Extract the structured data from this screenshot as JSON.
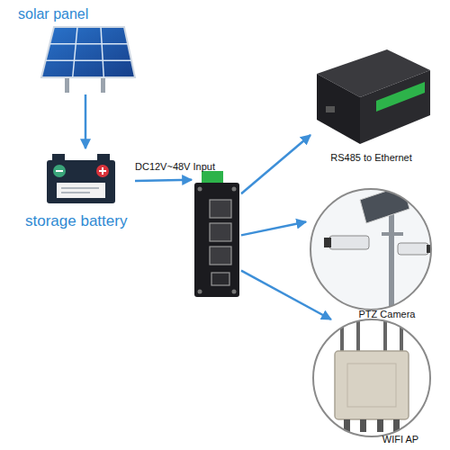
{
  "diagram": {
    "nodes": [
      {
        "text": [
          "solar panel"
        ]
      },
      {
        "text": [
          "storage battery"
        ]
      },
      {
        "text": []
      },
      {
        "text": [
          "RS485 to Ethernet"
        ]
      },
      {
        "text": [
          "PTZ Camera"
        ]
      },
      {
        "text": [
          "WIFI AP"
        ]
      }
    ],
    "edges": [
      {
        "from": 0,
        "to": 1,
        "arrow": "to"
      },
      {
        "from": 1,
        "to": 2,
        "label": "DC12V~48V Input",
        "arrow": "to"
      },
      {
        "from": 2,
        "to": 3,
        "arrow": "to"
      },
      {
        "from": 2,
        "to": 4,
        "arrow": "to"
      },
      {
        "from": 2,
        "to": 5,
        "arrow": "to"
      }
    ]
  }
}
